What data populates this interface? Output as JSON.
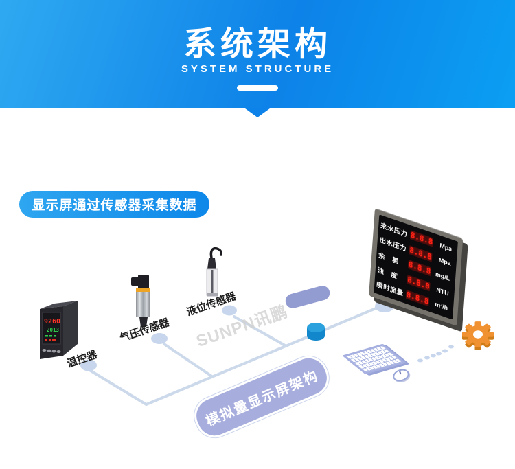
{
  "header": {
    "title": "系统架构",
    "subtitle": "SYSTEM STRUCTURE"
  },
  "badge": {
    "label": "显示屏通过传感器采集数据"
  },
  "watermark": "SUNPN讯鹏",
  "devices": {
    "temp_controller": {
      "label": "温控器",
      "display_line1": "9260",
      "display_line2": "2013"
    },
    "pressure_sensor": {
      "label": "气压传感器"
    },
    "level_sensor": {
      "label": "液位传感器"
    }
  },
  "led_board": {
    "rows": [
      {
        "label": "来水压力",
        "value": "8.8.8",
        "unit": "Mpa"
      },
      {
        "label": "出水压力",
        "value": "8.8.8",
        "unit": "Mpa"
      },
      {
        "label": "余　氯",
        "value": "8.8.8",
        "unit": "mg/L"
      },
      {
        "label": "浊　度",
        "value": "8.8.8",
        "unit": "NTU"
      },
      {
        "label": "瞬时流量",
        "value": "8.8.8",
        "unit": "m³/h"
      }
    ]
  },
  "diagram_caption": {
    "label": "模拟量显示屏架构"
  },
  "colors": {
    "header_blue_left": "#2fa9f1",
    "header_blue_mid": "#0d82e8",
    "header_blue_right": "#0b9ff3",
    "line": "#ccd9eb",
    "node": "#c7d6ec",
    "capsule": "#a7aedd",
    "gear_orange": "#f09231",
    "led_red": "#ff2116",
    "disc_blue": "#2ba2de"
  }
}
